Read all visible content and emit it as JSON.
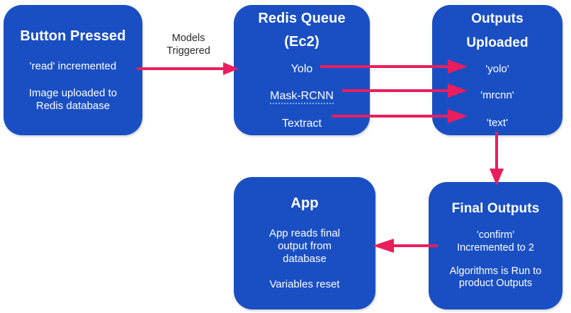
{
  "diagram": {
    "title": "Redis queue pipeline flow",
    "colors": {
      "node_fill": "#1a4fc4",
      "node_text": "#ffffff",
      "arrow": "#ea1e5c",
      "label_text": "#2a2a2a",
      "background": "#ffffff"
    },
    "nodes": {
      "button_pressed": {
        "title": "Button Pressed",
        "lines": [
          "'read' incremented",
          "Image uploaded to",
          "Redis database"
        ]
      },
      "redis_queue": {
        "title_line1": "Redis Queue",
        "title_line2": "(Ec2)",
        "items": [
          "Yolo",
          "Mask-RCNN",
          "Textract"
        ]
      },
      "outputs_uploaded": {
        "title_line1": "Outputs",
        "title_line2": "Uploaded",
        "items": [
          "'yolo'",
          "'mrcnn'",
          "'text'"
        ]
      },
      "app": {
        "title": "App",
        "lines": [
          "App reads final",
          "output from",
          "database",
          "Variables reset"
        ]
      },
      "final_outputs": {
        "title": "Final Outputs",
        "lines": [
          "'confirm'",
          "Incremented to 2",
          "Algorithms is Run to",
          "product Outputs"
        ]
      }
    },
    "edges": [
      {
        "id": "button-to-redis",
        "label_line1": "Models",
        "label_line2": "Triggered",
        "direction": "right"
      },
      {
        "id": "yolo-to-output",
        "label": "",
        "direction": "right"
      },
      {
        "id": "mrcnn-to-output",
        "label": "",
        "direction": "right"
      },
      {
        "id": "textract-to-output",
        "label": "",
        "direction": "right"
      },
      {
        "id": "outputs-to-final",
        "label": "",
        "direction": "down"
      },
      {
        "id": "final-to-app",
        "label": "",
        "direction": "left"
      }
    ]
  }
}
